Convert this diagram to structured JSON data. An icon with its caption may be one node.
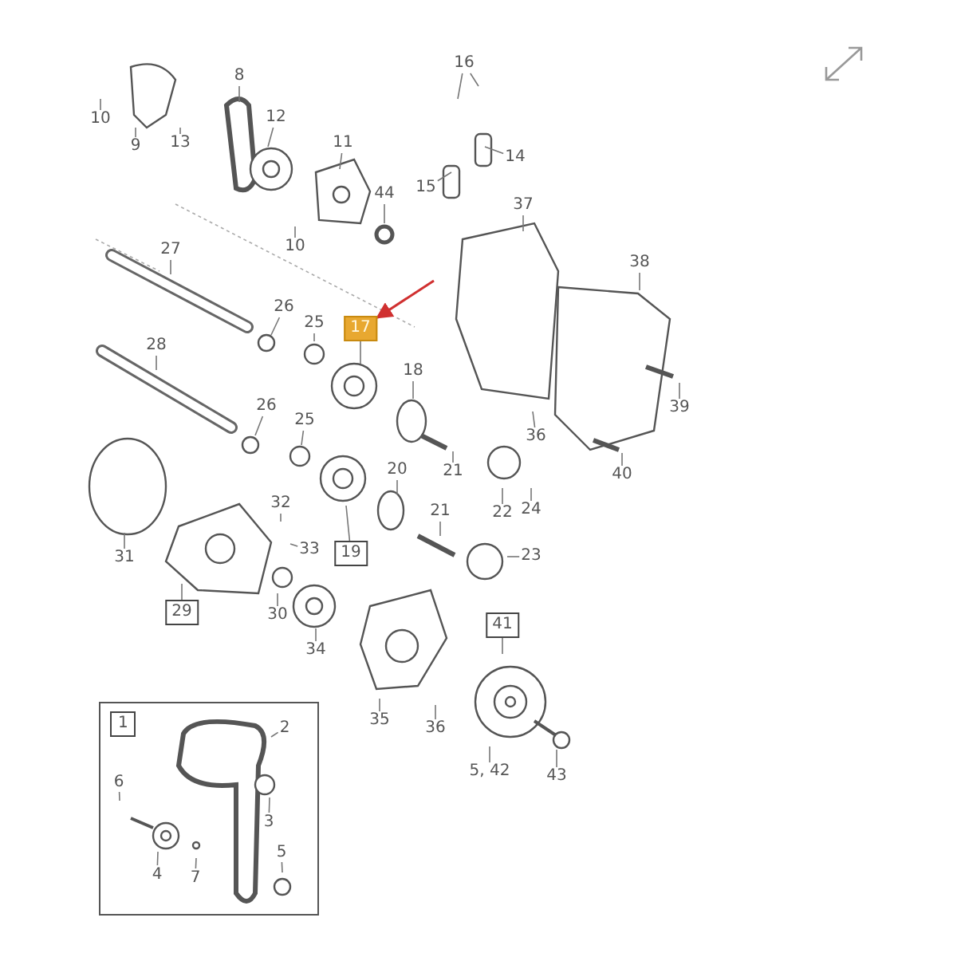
{
  "diagram": {
    "nodes": [
      {
        "text": [
          "16"
        ]
      },
      {
        "text": [
          "8"
        ]
      },
      {
        "text": [
          "10"
        ]
      },
      {
        "text": [
          "9"
        ]
      },
      {
        "text": [
          "13"
        ]
      },
      {
        "text": [
          "12"
        ]
      },
      {
        "text": [
          "11"
        ]
      },
      {
        "text": [
          "14"
        ]
      },
      {
        "text": [
          "15"
        ]
      },
      {
        "text": [
          "44"
        ]
      },
      {
        "text": [
          "10"
        ]
      },
      {
        "text": [
          "27"
        ]
      },
      {
        "text": [
          "37"
        ]
      },
      {
        "text": [
          "38"
        ]
      },
      {
        "text": [
          "17"
        ]
      },
      {
        "text": [
          "26"
        ]
      },
      {
        "text": [
          "25"
        ]
      },
      {
        "text": [
          "28"
        ]
      },
      {
        "text": [
          "18"
        ]
      },
      {
        "text": [
          "26"
        ]
      },
      {
        "text": [
          "25"
        ]
      },
      {
        "text": [
          "39"
        ]
      },
      {
        "text": [
          "36"
        ]
      },
      {
        "text": [
          "21"
        ]
      },
      {
        "text": [
          "20"
        ]
      },
      {
        "text": [
          "40"
        ]
      },
      {
        "text": [
          "22"
        ]
      },
      {
        "text": [
          "24"
        ]
      },
      {
        "text": [
          "32"
        ]
      },
      {
        "text": [
          "33"
        ]
      },
      {
        "text": [
          "21"
        ]
      },
      {
        "text": [
          "31"
        ]
      },
      {
        "text": [
          "19"
        ]
      },
      {
        "text": [
          "23"
        ]
      },
      {
        "text": [
          "29"
        ]
      },
      {
        "text": [
          "30"
        ]
      },
      {
        "text": [
          "41"
        ]
      },
      {
        "text": [
          "34"
        ]
      },
      {
        "text": [
          "35"
        ]
      },
      {
        "text": [
          "36"
        ]
      },
      {
        "text": [
          "5, 42"
        ]
      },
      {
        "text": [
          "43"
        ]
      },
      {
        "text": [
          "1"
        ]
      },
      {
        "text": [
          "2"
        ],
        "in": 42
      },
      {
        "text": [
          "6"
        ],
        "in": 42
      },
      {
        "text": [
          "3"
        ],
        "in": 42
      },
      {
        "text": [
          "4"
        ],
        "in": 42
      },
      {
        "text": [
          "7"
        ],
        "in": 42
      },
      {
        "text": [
          "5"
        ],
        "in": 42
      }
    ],
    "edges": [
      {
        "from": 0,
        "to": null,
        "arrow": "none"
      },
      {
        "from": 0,
        "to": null,
        "arrow": "none"
      },
      {
        "from": 1,
        "to": null,
        "arrow": "none"
      },
      {
        "from": 2,
        "to": null,
        "arrow": "none"
      },
      {
        "from": 3,
        "to": null,
        "arrow": "none"
      },
      {
        "from": 4,
        "to": null,
        "arrow": "none"
      },
      {
        "from": 5,
        "to": null,
        "arrow": "none"
      },
      {
        "from": 6,
        "to": null,
        "arrow": "none"
      },
      {
        "from": 7,
        "to": null,
        "arrow": "none"
      },
      {
        "from": 8,
        "to": null,
        "arrow": "none"
      },
      {
        "from": 9,
        "to": null,
        "arrow": "none"
      },
      {
        "from": 10,
        "to": null,
        "arrow": "none"
      },
      {
        "from": 11,
        "to": null,
        "arrow": "none"
      },
      {
        "from": 12,
        "to": null,
        "arrow": "none"
      },
      {
        "from": 13,
        "to": null,
        "arrow": "none"
      },
      {
        "from": 14,
        "to": null,
        "arrow": "none"
      },
      {
        "from": 15,
        "to": null,
        "arrow": "none"
      },
      {
        "from": 16,
        "to": null,
        "arrow": "none"
      },
      {
        "from": 17,
        "to": null,
        "arrow": "none"
      },
      {
        "from": 18,
        "to": null,
        "arrow": "none"
      },
      {
        "from": 19,
        "to": null,
        "arrow": "none"
      },
      {
        "from": 20,
        "to": null,
        "arrow": "none"
      },
      {
        "from": 21,
        "to": null,
        "arrow": "none"
      },
      {
        "from": 22,
        "to": null,
        "arrow": "none"
      },
      {
        "from": 23,
        "to": null,
        "arrow": "none"
      },
      {
        "from": 24,
        "to": null,
        "arrow": "none"
      },
      {
        "from": 25,
        "to": null,
        "arrow": "none"
      },
      {
        "from": 26,
        "to": null,
        "arrow": "none"
      },
      {
        "from": 27,
        "to": null,
        "arrow": "none"
      },
      {
        "from": 28,
        "to": null,
        "arrow": "none"
      },
      {
        "from": 29,
        "to": null,
        "arrow": "none"
      },
      {
        "from": 30,
        "to": null,
        "arrow": "none"
      },
      {
        "from": 31,
        "to": null,
        "arrow": "none"
      },
      {
        "from": 32,
        "to": null,
        "arrow": "none"
      },
      {
        "from": 33,
        "to": null,
        "arrow": "none"
      },
      {
        "from": 34,
        "to": null,
        "arrow": "none"
      },
      {
        "from": 35,
        "to": null,
        "arrow": "none"
      },
      {
        "from": 36,
        "to": null,
        "arrow": "none"
      },
      {
        "from": 37,
        "to": null,
        "arrow": "none"
      },
      {
        "from": 38,
        "to": null,
        "arrow": "none"
      },
      {
        "from": 39,
        "to": null,
        "arrow": "none"
      },
      {
        "from": 40,
        "to": null,
        "arrow": "none"
      },
      {
        "from": 41,
        "to": null,
        "arrow": "none"
      },
      {
        "from": 43,
        "to": null,
        "arrow": "none"
      },
      {
        "from": 44,
        "to": null,
        "arrow": "none"
      },
      {
        "from": 45,
        "to": null,
        "arrow": "none"
      },
      {
        "from": 46,
        "to": null,
        "arrow": "none"
      },
      {
        "from": 47,
        "to": null,
        "arrow": "none"
      },
      {
        "from": 48,
        "to": null,
        "arrow": "none"
      },
      {
        "from": null,
        "to": 14,
        "arrow": "to",
        "color": "#d03030"
      }
    ]
  }
}
